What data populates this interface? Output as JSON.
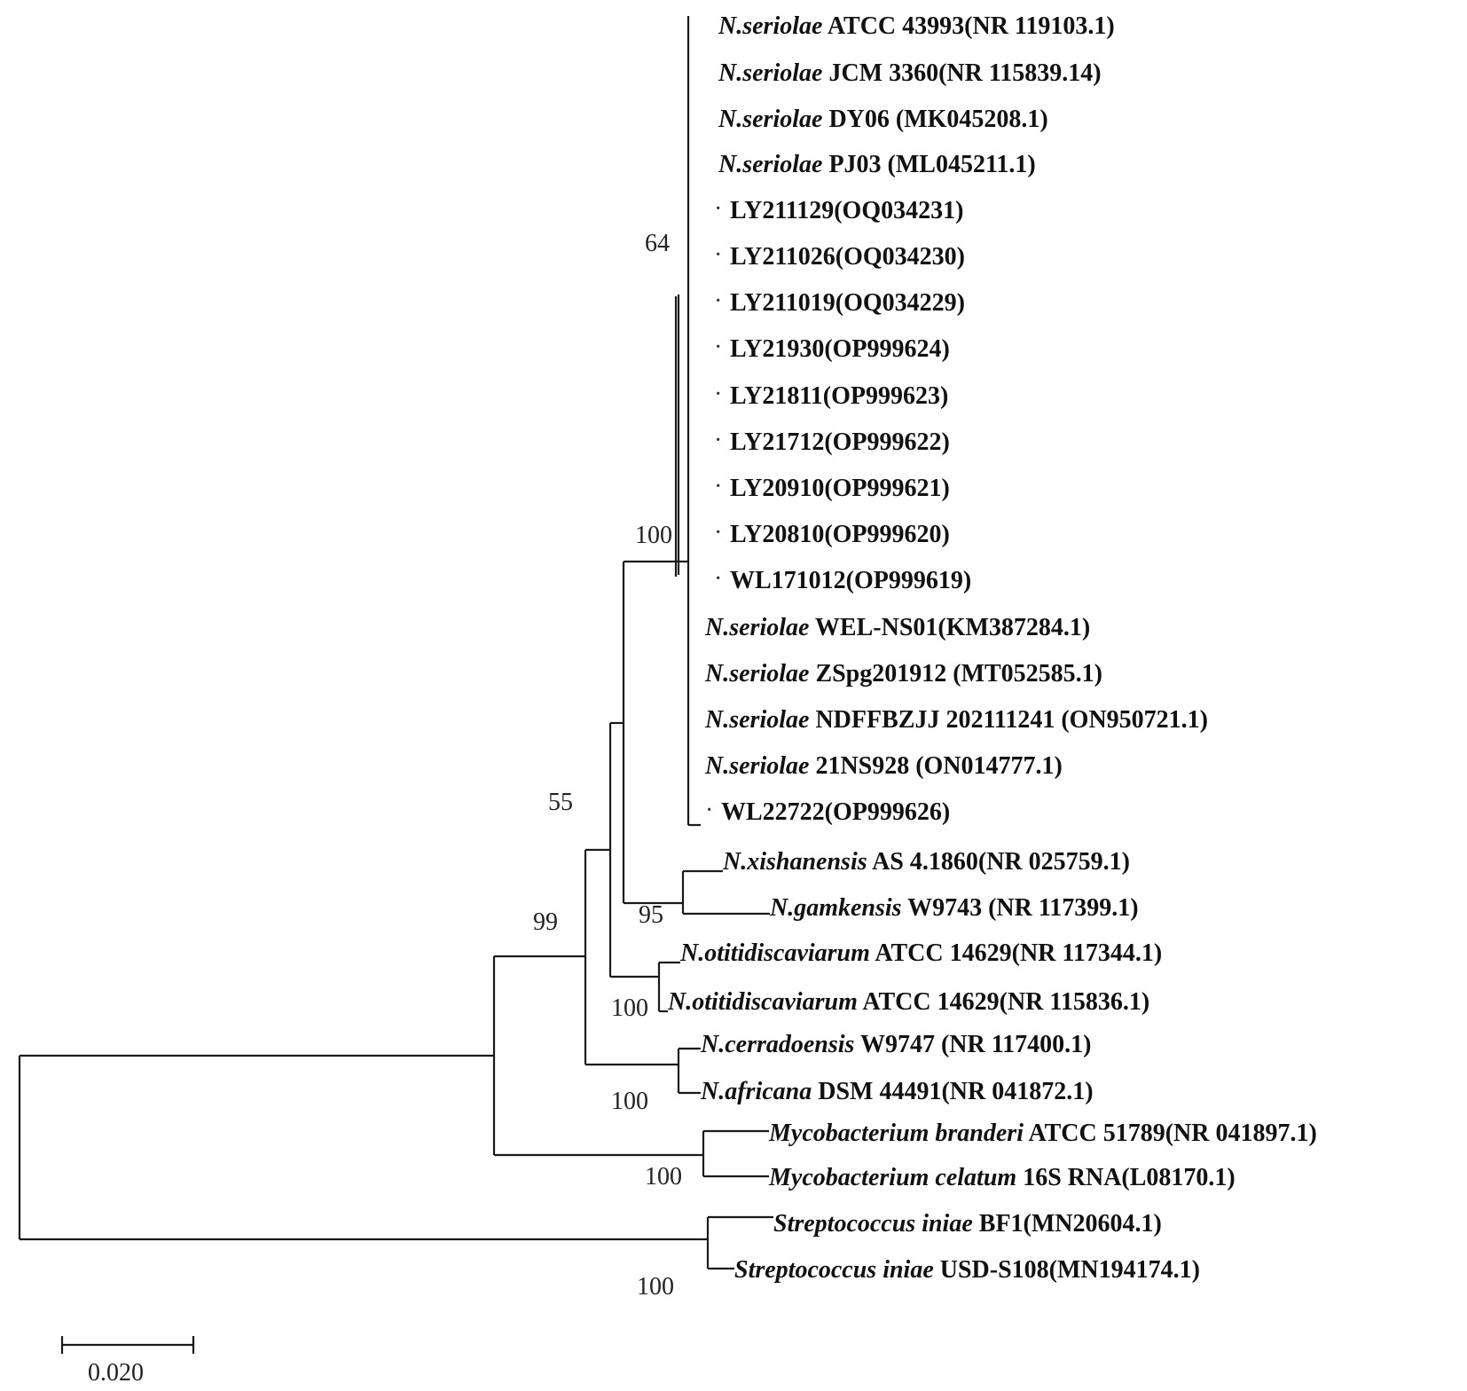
{
  "scale_bar": {
    "label": "0.020"
  },
  "leaves": [
    {
      "id": "seriolae_atcc",
      "italic": "N.seriolae",
      "rest": " ATCC 43993(NR 119103.1)",
      "dot": false
    },
    {
      "id": "seriolae_jcm",
      "italic": "N.seriolae",
      "rest": " JCM 3360(NR 115839.14)",
      "dot": false
    },
    {
      "id": "seriolae_dy06",
      "italic": "N.seriolae",
      "rest": " DY06 (MK045208.1)",
      "dot": false
    },
    {
      "id": "seriolae_pj03",
      "italic": "N.seriolae",
      "rest": " PJ03 (ML045211.1)",
      "dot": false
    },
    {
      "id": "ly211129",
      "italic": "",
      "rest": "LY211129(OQ034231)",
      "dot": true
    },
    {
      "id": "ly211026",
      "italic": "",
      "rest": "LY211026(OQ034230)",
      "dot": true
    },
    {
      "id": "ly211019",
      "italic": "",
      "rest": "LY211019(OQ034229)",
      "dot": true
    },
    {
      "id": "ly21930",
      "italic": "",
      "rest": "LY21930(OP999624)",
      "dot": true
    },
    {
      "id": "ly21811",
      "italic": "",
      "rest": "LY21811(OP999623)",
      "dot": true
    },
    {
      "id": "ly21712",
      "italic": "",
      "rest": "LY21712(OP999622)",
      "dot": true
    },
    {
      "id": "ly20910",
      "italic": "",
      "rest": "LY20910(OP999621)",
      "dot": true
    },
    {
      "id": "ly20810",
      "italic": "",
      "rest": "LY20810(OP999620)",
      "dot": true
    },
    {
      "id": "wl171012",
      "italic": "",
      "rest": "WL171012(OP999619)",
      "dot": true
    },
    {
      "id": "seriolae_wel",
      "italic": "N.seriolae",
      "rest": " WEL-NS01(KM387284.1)",
      "dot": false
    },
    {
      "id": "seriolae_zspg",
      "italic": "N.seriolae",
      "rest": " ZSpg201912 (MT052585.1)",
      "dot": false
    },
    {
      "id": "seriolae_ndff",
      "italic": "N.seriolae",
      "rest": " NDFFBZJJ 202111241 (ON950721.1)",
      "dot": false
    },
    {
      "id": "seriolae_21ns",
      "italic": "N.seriolae",
      "rest": " 21NS928 (ON014777.1)",
      "dot": false
    },
    {
      "id": "wl22722",
      "italic": "",
      "rest": "WL22722(OP999626)",
      "dot": true
    },
    {
      "id": "xishanensis",
      "italic": "N.xishanensis",
      "rest": " AS 4.1860(NR 025759.1)",
      "dot": false
    },
    {
      "id": "gamkensis",
      "italic": "N.gamkensis",
      "rest": " W9743 (NR 117399.1)",
      "dot": false
    },
    {
      "id": "otitidis1",
      "italic": "N.otitidiscaviarum",
      "rest": " ATCC 14629(NR 117344.1)",
      "dot": false
    },
    {
      "id": "otitidis2",
      "italic": "N.otitidiscaviarum",
      "rest": " ATCC 14629(NR 115836.1)",
      "dot": false
    },
    {
      "id": "cerradoensis",
      "italic": "N.cerradoensis",
      "rest": " W9747 (NR 117400.1)",
      "dot": false
    },
    {
      "id": "africana",
      "italic": "N.africana",
      "rest": " DSM 44491(NR 041872.1)",
      "dot": false
    },
    {
      "id": "branderi",
      "italic": "Mycobacterium branderi",
      "rest": " ATCC 51789(NR 041897.1)",
      "dot": false
    },
    {
      "id": "celatum",
      "italic": "Mycobacterium celatum",
      "rest": " 16S RNA(L08170.1)",
      "dot": false
    },
    {
      "id": "iniae_bf1",
      "italic": "Streptococcus iniae",
      "rest": " BF1(MN20604.1)",
      "dot": false
    },
    {
      "id": "iniae_usd",
      "italic": "Streptococcus iniae",
      "rest": " USD-S108(MN194174.1)",
      "dot": false
    }
  ],
  "bootstrap": [
    {
      "id": "b64",
      "value": "64"
    },
    {
      "id": "b100_seriolae",
      "value": "100"
    },
    {
      "id": "b55",
      "value": "55"
    },
    {
      "id": "b95",
      "value": "95"
    },
    {
      "id": "b99",
      "value": "99"
    },
    {
      "id": "b100_otitidis",
      "value": "100"
    },
    {
      "id": "b100_cerradoensis",
      "value": "100"
    },
    {
      "id": "b100_mycobacterium",
      "value": "100"
    },
    {
      "id": "b100_streptococcus",
      "value": "100"
    }
  ]
}
